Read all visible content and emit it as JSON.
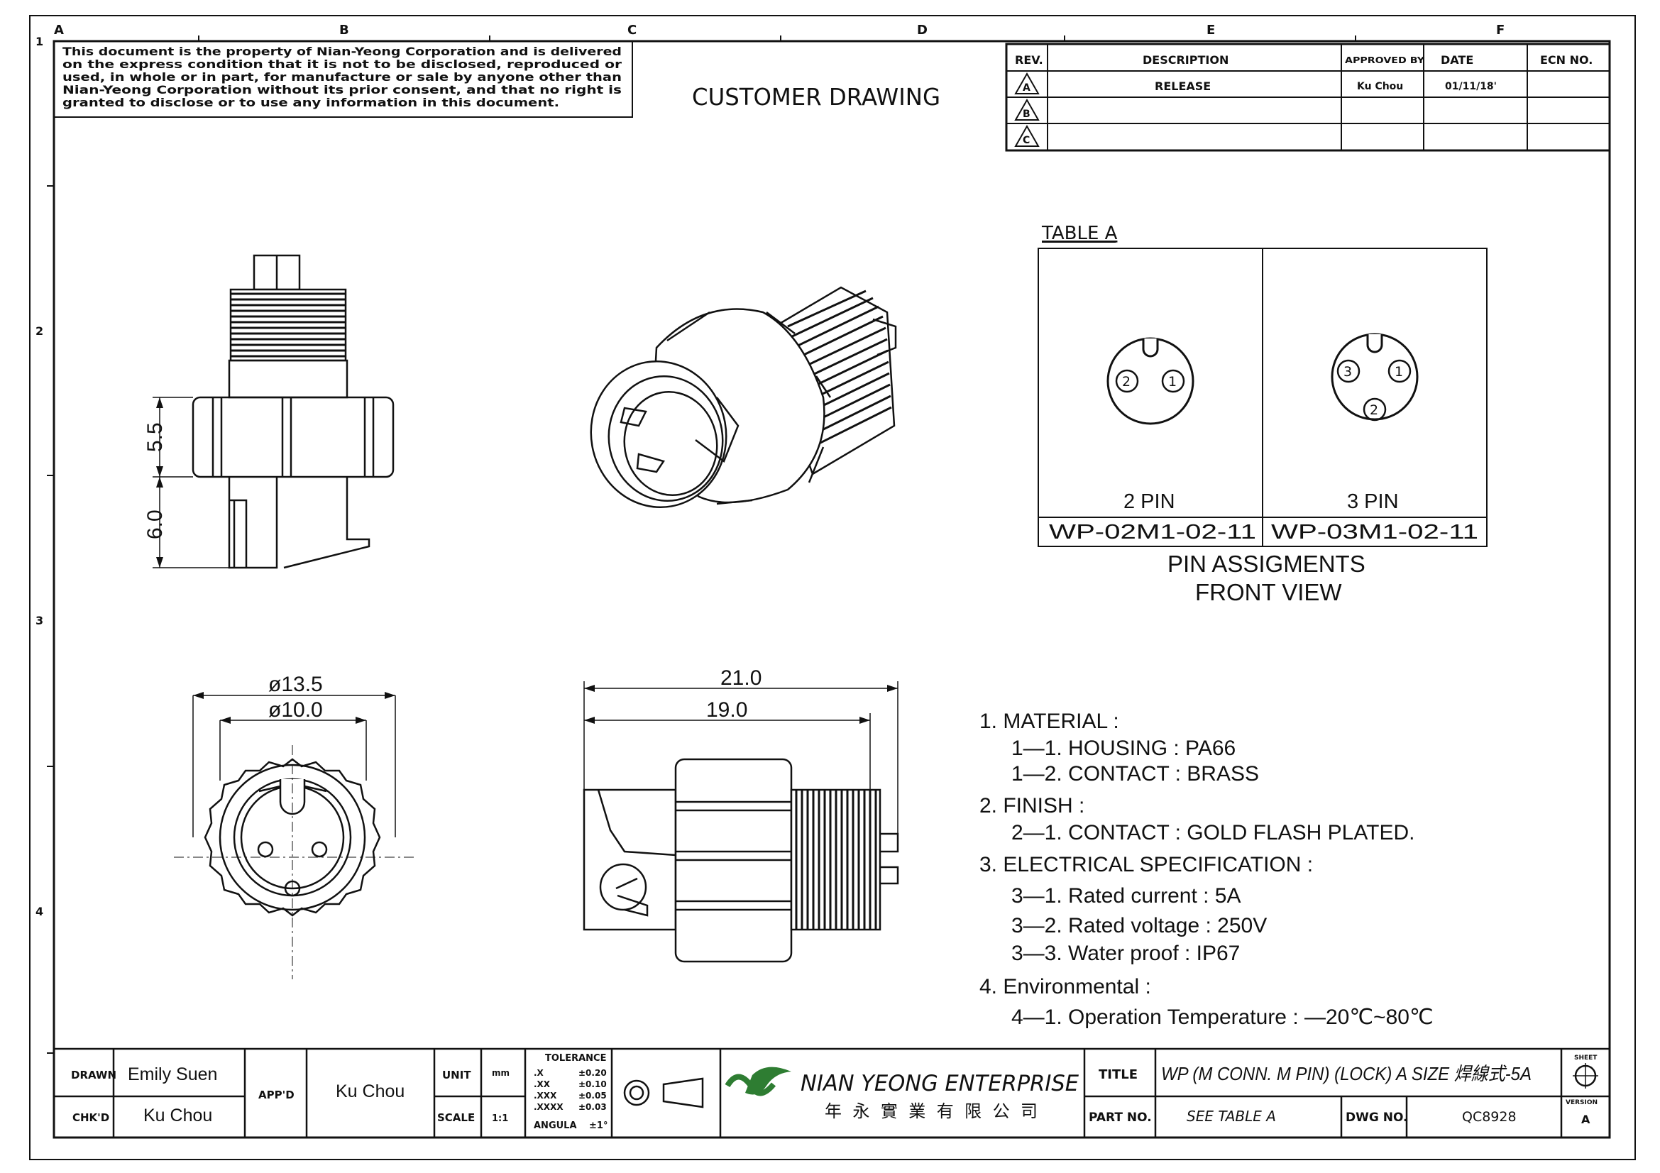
{
  "border": {
    "col_letters": [
      "A",
      "B",
      "C",
      "D",
      "E",
      "F"
    ],
    "row_numbers": [
      "1",
      "2",
      "3",
      "4"
    ]
  },
  "notice": [
    "This document is the property of Nian-Yeong Corporation and is delivered",
    "on  the  express condition that it is not to be disclosed, reproduced or",
    "used, in whole or in part, for manufacture or sale by anyone other than",
    "Nian-Yeong Corporation without  its prior consent, and that  no right  is",
    "granted to disclose or to use any information in this  document."
  ],
  "drawing_type": "CUSTOMER  DRAWING",
  "revision_table": {
    "headers": [
      "REV.",
      "DESCRIPTION",
      "APPROVED BY",
      "DATE",
      "ECN NO."
    ],
    "rows": [
      {
        "rev": "A",
        "description": "RELEASE",
        "approved_by": "Ku Chou",
        "date": "01/11/18'",
        "ecn": ""
      },
      {
        "rev": "B",
        "description": "",
        "approved_by": "",
        "date": "",
        "ecn": ""
      },
      {
        "rev": "C",
        "description": "",
        "approved_by": "",
        "date": "",
        "ecn": ""
      }
    ]
  },
  "table_a": {
    "title": "TABLE A",
    "columns": [
      {
        "pins": [
          "2",
          "1"
        ],
        "label": "2  PIN",
        "part": "WP-02M1-02-11"
      },
      {
        "pins": [
          "3",
          "1",
          "2"
        ],
        "label": "3  PIN",
        "part": "WP-03M1-02-11"
      }
    ],
    "caption_line1": "PIN  ASSIGMENTS",
    "caption_line2": "FRONT  VIEW"
  },
  "dimensions": {
    "side_upper": "5.5",
    "side_lower": "6.0",
    "outer_dia": "ø13.5",
    "inner_dia": "ø10.0",
    "overall_len": "21.0",
    "body_len": "19.0"
  },
  "specs": [
    {
      "text": "1.  MATERIAL  :",
      "level": 0
    },
    {
      "text": "1—1.  HOUSING  :  PA66",
      "level": 1
    },
    {
      "text": "1—2.  CONTACT  :  BRASS",
      "level": 1
    },
    {
      "text": "2.  FINISH  :",
      "level": 0
    },
    {
      "text": "2—1.  CONTACT  :  GOLD  FLASH  PLATED.",
      "level": 1
    },
    {
      "text": "3.  ELECTRICAL  SPECIFICATION  :",
      "level": 0
    },
    {
      "text": "3—1.  Rated  current  :  5A",
      "level": 1
    },
    {
      "text": "3—2.  Rated  voltage  :  250V",
      "level": 1
    },
    {
      "text": "3—3.  Water  proof  :  IP67",
      "level": 1
    },
    {
      "text": "4.  Environmental  :",
      "level": 0
    },
    {
      "text": "4—1.  Operation  Temperature  :  —20℃~80℃",
      "level": 1
    }
  ],
  "title_block": {
    "drawn_label": "DRAWN",
    "drawn_by": "Emily Suen",
    "chkd_label": "CHK'D",
    "chkd_by": "Ku Chou",
    "appd_label": "APP'D",
    "appd_by": "Ku Chou",
    "unit_label": "UNIT",
    "unit": "mm",
    "scale_label": "SCALE",
    "scale": "1:1",
    "tolerance_title": "TOLERANCE",
    "tolerances": [
      {
        "k": ".X",
        "v": "±0.20"
      },
      {
        "k": ".XX",
        "v": "±0.10"
      },
      {
        "k": ".XXX",
        "v": "±0.05"
      },
      {
        "k": ".XXXX",
        "v": "±0.03"
      },
      {
        "k": "ANGULA",
        "v": "±1°"
      }
    ],
    "company_name": "NIAN YEONG ENTERPRISE",
    "company_chinese": "年 永 實 業 有 限 公 司",
    "title_label": "TITLE",
    "title": "WP (M CONN. M PIN) (LOCK) A SIZE 焊線式-5A",
    "partno_label": "PART NO.",
    "partno": "SEE TABLE A",
    "dwgno_label": "DWG NO.",
    "dwgno": "QC8928",
    "sheet_label": "SHEET",
    "version_label": "VERSION",
    "version": "A",
    "logo_color": "#2e7d32"
  }
}
